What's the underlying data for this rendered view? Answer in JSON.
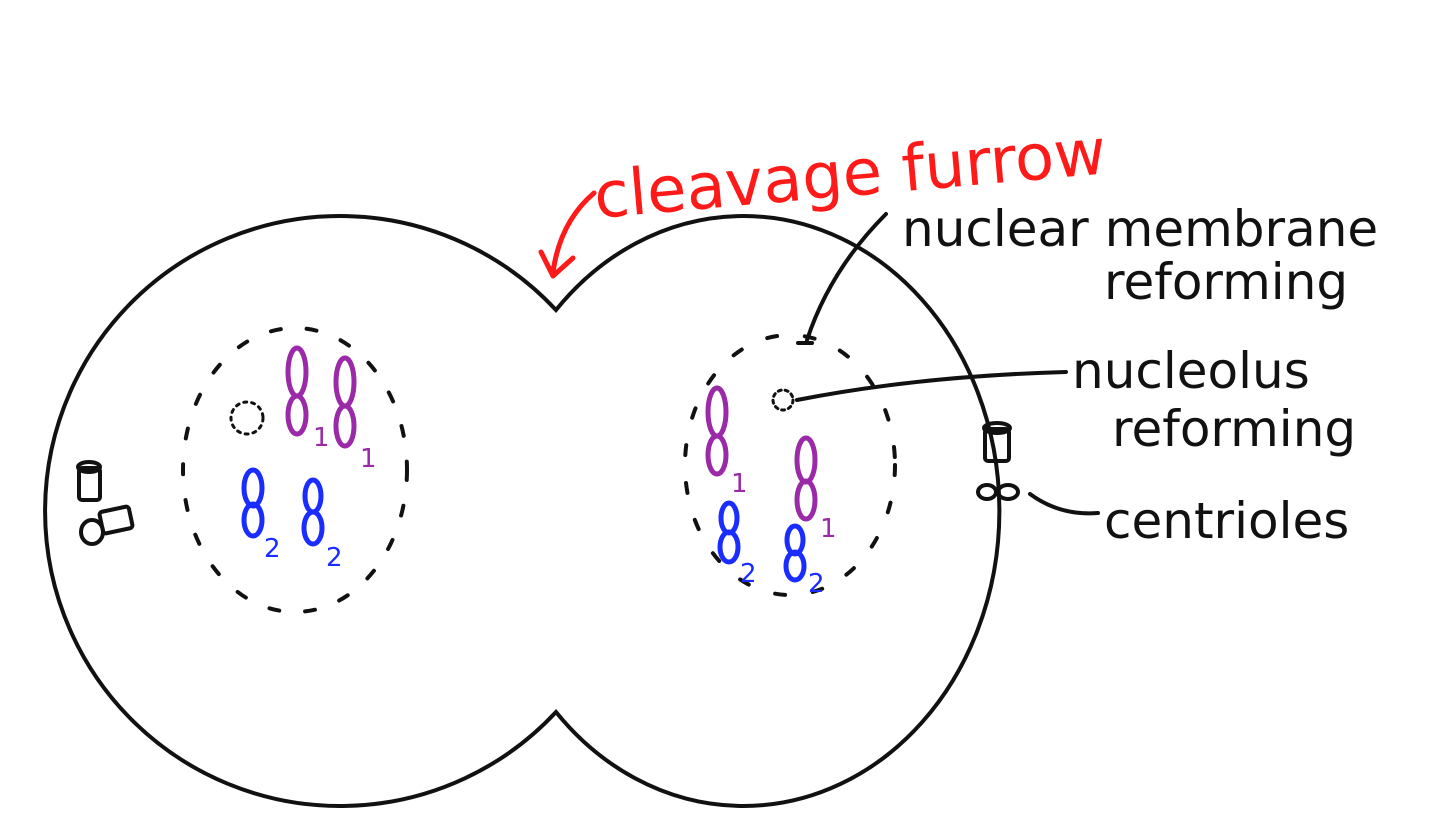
{
  "labels": {
    "cleavage_furrow": "cleavage furrow",
    "nuclear_membrane_line1": "nuclear membrane",
    "nuclear_membrane_line2": "reforming",
    "nucleolus_line1": "nucleolus",
    "nucleolus_line2": "reforming",
    "centrioles": "centrioles"
  },
  "chromosome_subscripts": {
    "pair_1": "1",
    "pair_2": "2"
  },
  "colors": {
    "outline": "#111111",
    "cleavage_furrow": "#ff1a1a",
    "chromosome_pair_1": "#9a2aa8",
    "chromosome_pair_2": "#1a2cff"
  }
}
